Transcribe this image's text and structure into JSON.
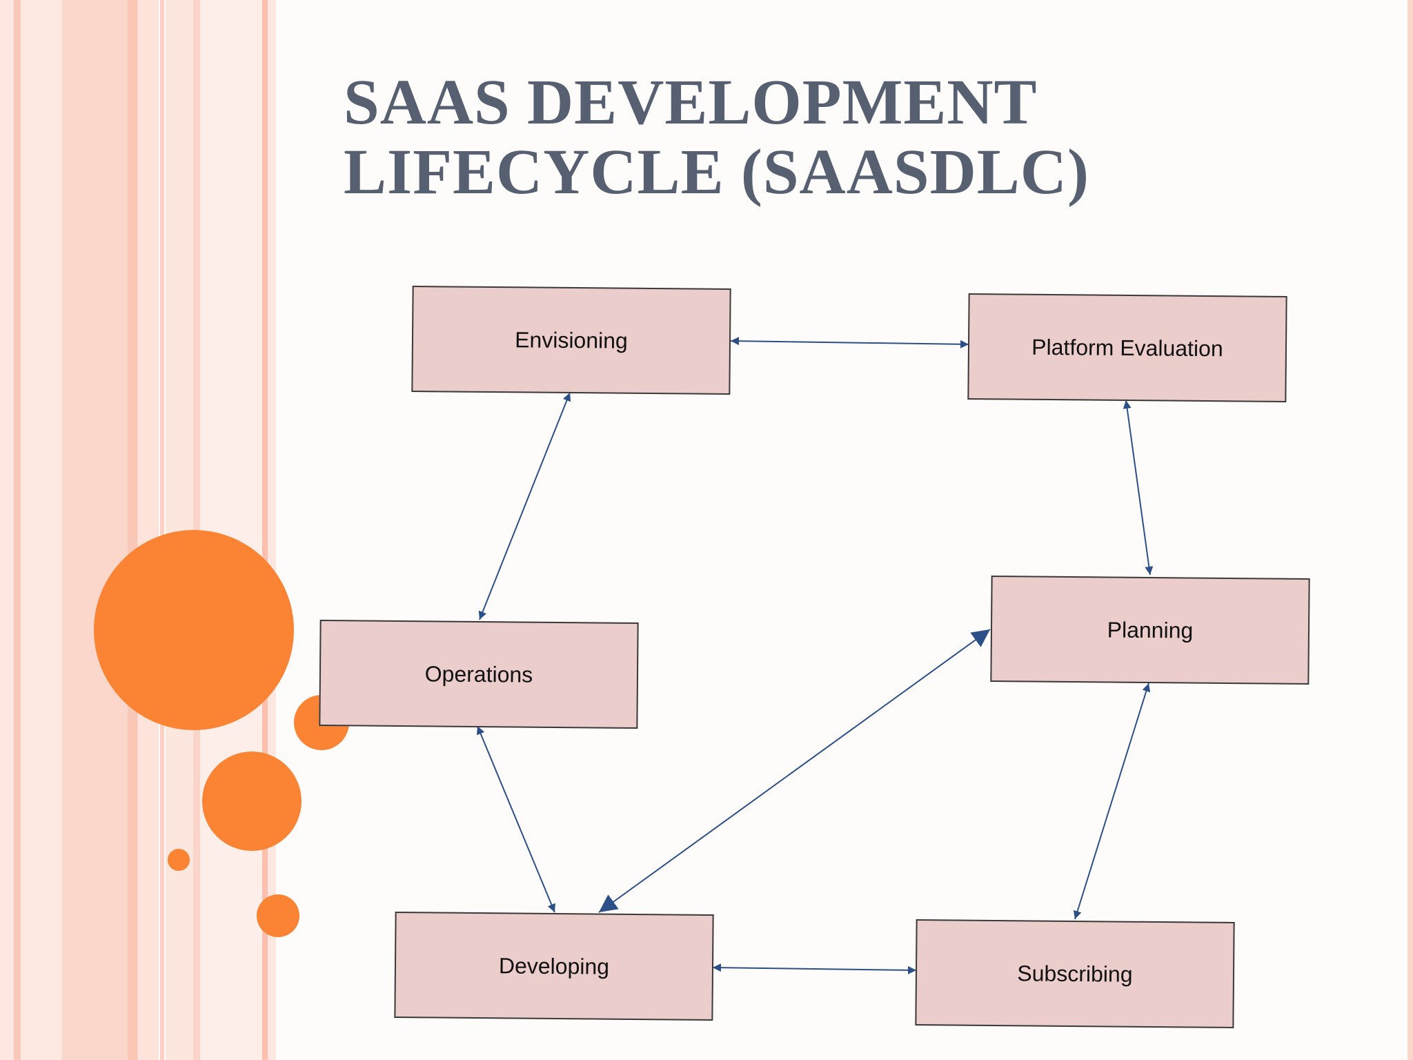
{
  "slide": {
    "title_line1": "SAAS DEVELOPMENT",
    "title_line2": "LIFECYCLE (SAASDLC)"
  },
  "diagram": {
    "nodes": {
      "envisioning": "Envisioning",
      "platform_evaluation": "Platform Evaluation",
      "operations": "Operations",
      "planning": "Planning",
      "developing": "Developing",
      "subscribing": "Subscribing"
    },
    "connections": [
      [
        "Envisioning",
        "Platform Evaluation"
      ],
      [
        "Platform Evaluation",
        "Planning"
      ],
      [
        "Envisioning",
        "Operations"
      ],
      [
        "Operations",
        "Developing"
      ],
      [
        "Planning",
        "Developing"
      ],
      [
        "Planning",
        "Subscribing"
      ],
      [
        "Developing",
        "Subscribing"
      ]
    ],
    "arrow_style": "bidirectional"
  },
  "colors": {
    "title": "#576071",
    "box_fill": "#ebcdcb",
    "box_border": "#3a3a3a",
    "arrow": "#2b4f86",
    "accent_orange": "#fb8434",
    "stripe_pink": "#fbd3c8"
  }
}
